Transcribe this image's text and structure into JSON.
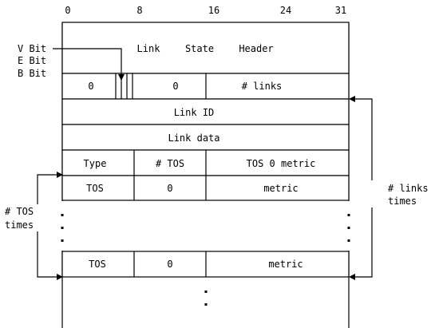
{
  "bit_positions": [
    "0",
    "8",
    "16",
    "24",
    "31"
  ],
  "flag_labels": [
    "V Bit",
    "E Bit",
    "B Bit"
  ],
  "header": {
    "word1": "Link",
    "word2": "State",
    "word3": "Header"
  },
  "row1": {
    "zero_a": "0",
    "zero_b": "0",
    "links": "# links"
  },
  "link_id": "Link ID",
  "link_data": "Link data",
  "tos_header": {
    "type": "Type",
    "num_tos": "# TOS",
    "tos0_metric": "TOS  0  metric"
  },
  "tos_row_1": {
    "tos": "TOS",
    "zero": "0",
    "metric": "metric"
  },
  "tos_row_2": {
    "tos": "TOS",
    "zero": "0",
    "metric": "metric"
  },
  "left_note": {
    "line1": "# TOS",
    "line2": "times"
  },
  "right_note": {
    "line1": "# links",
    "line2": "times"
  }
}
